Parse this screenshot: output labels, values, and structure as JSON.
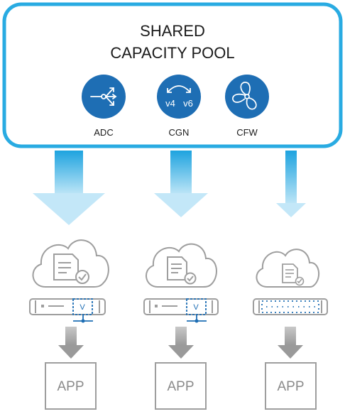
{
  "pool": {
    "title_line1": "SHARED",
    "title_line2": "CAPACITY POOL",
    "services": [
      {
        "label": "ADC",
        "icon": "load-balancer-icon"
      },
      {
        "label": "CGN",
        "icon": "v4-v6-translation-icon",
        "icon_text_left": "v4",
        "icon_text_right": "v6"
      },
      {
        "label": "CFW",
        "icon": "fan-propeller-icon"
      }
    ]
  },
  "nodes": [
    {
      "device": "server-with-virtual-instance",
      "virtual_label": "V",
      "app_label": "APP"
    },
    {
      "device": "server-with-virtual-instance",
      "virtual_label": "V",
      "app_label": "APP"
    },
    {
      "device": "dotted-hardware-appliance",
      "app_label": "APP"
    }
  ],
  "colors": {
    "pool_border": "#29abe2",
    "service_circle": "#1e6eb4",
    "arrow_blue": "#29abe2",
    "arrow_grey": "#bdbdbd",
    "outline_grey": "#9e9e9e"
  }
}
